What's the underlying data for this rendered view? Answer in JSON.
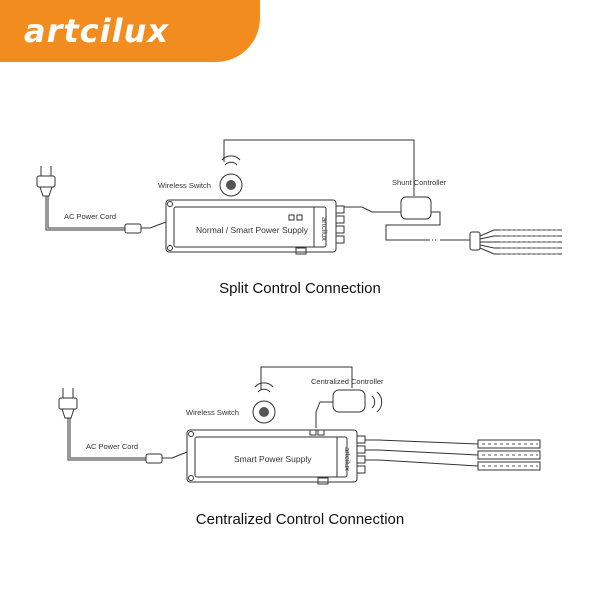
{
  "brand": {
    "name": "artcilux",
    "color": "#f28c1e"
  },
  "split": {
    "ac_cord_label": "AC Power Cord",
    "wireless_switch_label": "Wireless Switch",
    "power_supply_label": "Normal / Smart Power Supply",
    "shunt_controller_label": "Shunt Controller",
    "caption": "Split Control Connection"
  },
  "centralized": {
    "ac_cord_label": "AC Power Cord",
    "wireless_switch_label": "Wireless Switch",
    "power_supply_label": "Smart Power Supply",
    "controller_label": "Centralized Controller",
    "caption": "Centralized Control Connection"
  },
  "icons": [
    "power-plug-icon",
    "wireless-signal-icon",
    "push-button-icon",
    "led-strip-icon",
    "controller-icon"
  ]
}
